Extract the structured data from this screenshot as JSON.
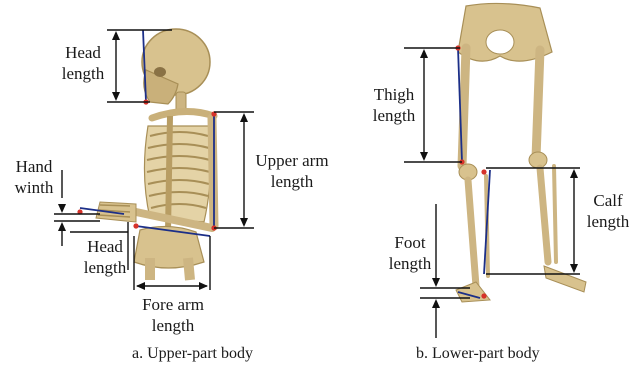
{
  "colors": {
    "bone": "#d8c28e",
    "bone_shadow": "#a88f57",
    "measure_line": "#1c2f88",
    "joint_dot": "#d6322a",
    "dimension_line": "#111111"
  },
  "panel_a": {
    "caption": "a. Upper-part body",
    "labels": {
      "head_length_top": "Head\nlength",
      "hand_width": "Hand\nwinth",
      "head_length_bottom": "Head\nlength",
      "upper_arm_length": "Upper arm\nlength",
      "fore_arm_length": "Fore arm\nlength"
    }
  },
  "panel_b": {
    "caption": "b. Lower-part body",
    "labels": {
      "thigh_length": "Thigh\nlength",
      "calf_length": "Calf\nlength",
      "foot_length": "Foot\nlength"
    }
  }
}
